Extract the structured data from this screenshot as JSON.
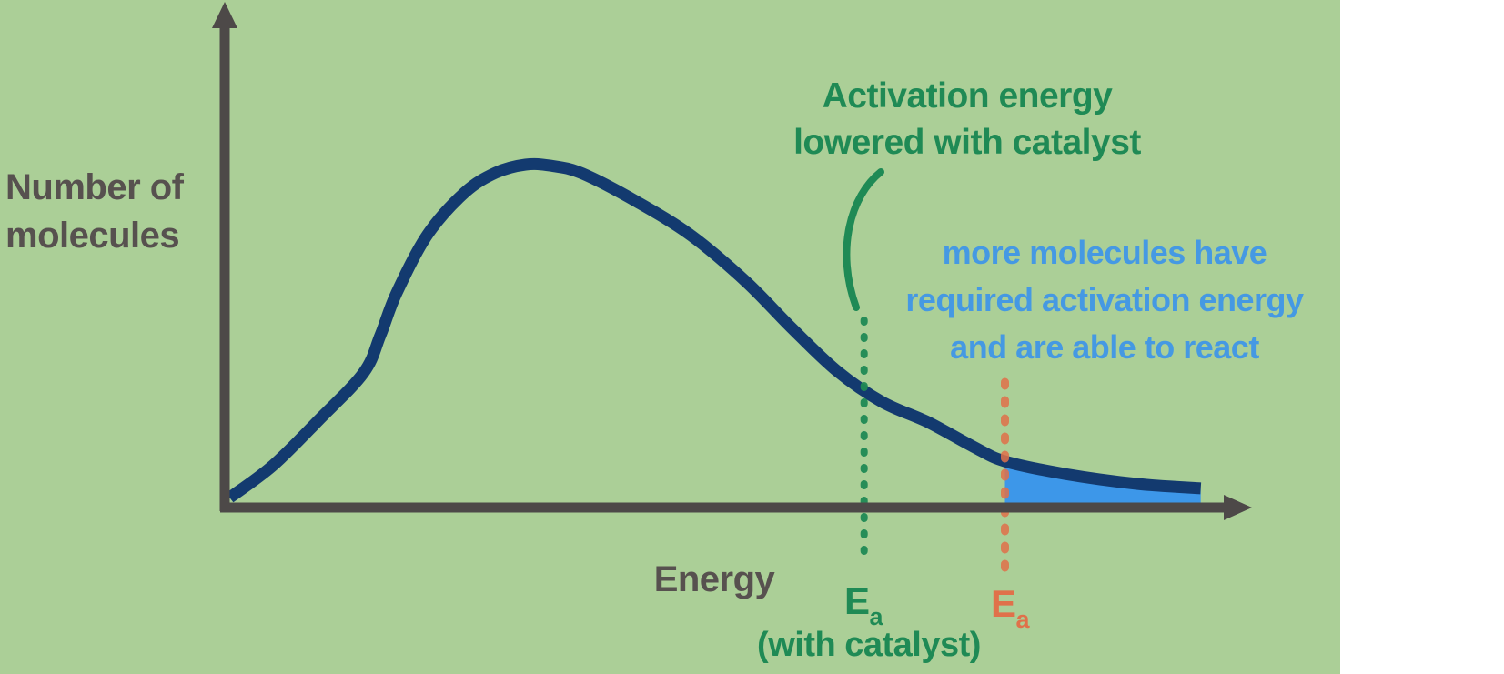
{
  "colors": {
    "panel_background": "#abcf97",
    "page_background": "#ffffff",
    "curve": "#133a6f",
    "axis": "#4d4948",
    "dark_text": "#57514f",
    "green_accent": "#1f8a55",
    "blue_accent": "#4599e3",
    "shaded_fill": "#3d97e9",
    "orange_accent": "#e0714a"
  },
  "labels": {
    "y_axis": {
      "line1": "Number of",
      "line2": "molecules"
    },
    "x_axis": "Energy",
    "catalyst_annotation": {
      "line1": "Activation energy",
      "line2": "lowered with catalyst"
    },
    "shaded_annotation": {
      "line1": "more molecules have",
      "line2": "required activation energy",
      "line3": "and are able to react"
    },
    "ea_catalyst": {
      "symbol": "E",
      "subscript": "a",
      "caption": "(with catalyst)"
    },
    "ea": {
      "symbol": "E",
      "subscript": "a"
    }
  },
  "chart_data": {
    "type": "area",
    "title": "",
    "xlabel": "Energy",
    "ylabel": "Number of molecules",
    "axes_numeric": false,
    "grid": false,
    "description": "Maxwell-Boltzmann distribution of molecular energies; catalyst lowers activation energy so more molecules can react",
    "curve": {
      "x": [
        0.005,
        0.048,
        0.094,
        0.139,
        0.156,
        0.172,
        0.203,
        0.24,
        0.271,
        0.301,
        0.326,
        0.358,
        0.413,
        0.467,
        0.522,
        0.567,
        0.613,
        0.658,
        0.704,
        0.749,
        0.781,
        0.841,
        0.913,
        0.977
      ],
      "y": [
        0.029,
        0.122,
        0.255,
        0.393,
        0.504,
        0.626,
        0.796,
        0.918,
        0.976,
        1.0,
        0.997,
        0.974,
        0.891,
        0.793,
        0.658,
        0.525,
        0.398,
        0.308,
        0.249,
        0.178,
        0.135,
        0.098,
        0.069,
        0.056
      ]
    },
    "markers": [
      {
        "name": "Ea with catalyst",
        "x": 0.64,
        "color": "#1f8a55",
        "style": "dashed"
      },
      {
        "name": "Ea",
        "x": 0.781,
        "color": "#e0714a",
        "style": "dashed"
      }
    ],
    "shaded_region": {
      "from_x": 0.781,
      "to_x": 0.977,
      "fill": "#3d97e9",
      "meaning": "molecules with energy at or above Ea"
    },
    "xlim": [
      0,
      1
    ],
    "ylim": [
      0,
      1
    ]
  }
}
